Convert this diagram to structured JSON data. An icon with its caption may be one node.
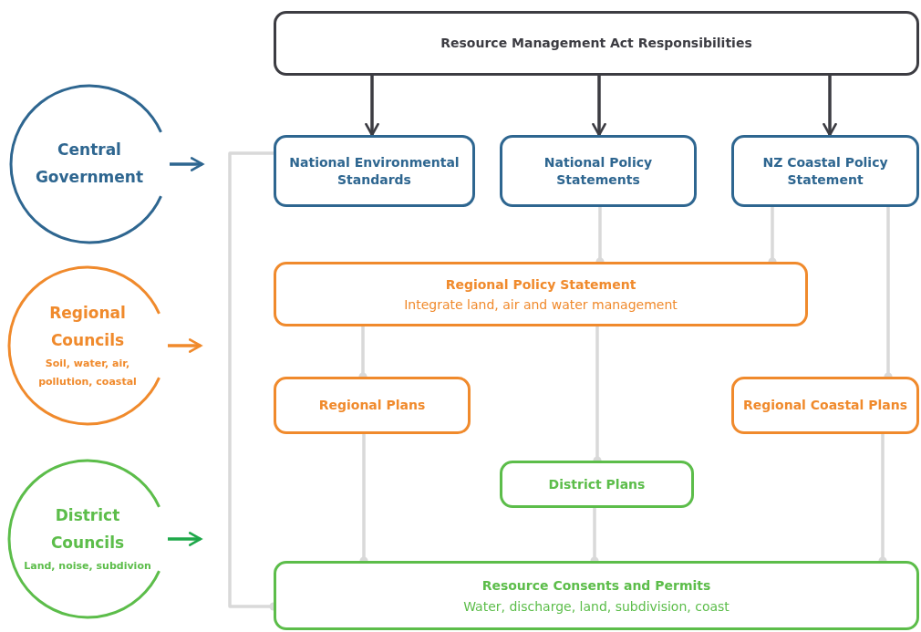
{
  "diagram": {
    "nodes": [
      {
        "text": [
          "Resource Management Act Responsibilities"
        ]
      },
      {
        "text": [
          "Central Government"
        ]
      },
      {
        "text": [
          "National Environmental Standards"
        ]
      },
      {
        "text": [
          "National Policy Statements"
        ]
      },
      {
        "text": [
          "NZ Coastal Policy Statement"
        ]
      },
      {
        "text": [
          "Regional Councils",
          "Soil, water, air, pollution, coastal"
        ]
      },
      {
        "text": [
          "Regional Policy  Statement",
          "Integrate land, air and water management"
        ]
      },
      {
        "text": [
          "Regional Plans"
        ]
      },
      {
        "text": [
          "Regional Coastal Plans"
        ]
      },
      {
        "text": [
          "District Councils",
          "Land, noise, subdivion"
        ]
      },
      {
        "text": [
          "District Plans"
        ]
      },
      {
        "text": [
          "Resource Consents and Permits",
          "Water, discharge, land, subdivision,  coast"
        ]
      }
    ],
    "edges": [
      {
        "from": 0,
        "to": 2,
        "arrow": "to",
        "color": "#3c3c42"
      },
      {
        "from": 0,
        "to": 3,
        "arrow": "to",
        "color": "#3c3c42"
      },
      {
        "from": 0,
        "to": 4,
        "arrow": "to",
        "color": "#3c3c42"
      },
      {
        "from": 1,
        "to": null,
        "arrow": "to",
        "color": "#2e6690"
      },
      {
        "from": 5,
        "to": null,
        "arrow": "to",
        "color": "#f08a2c"
      },
      {
        "from": 9,
        "to": null,
        "arrow": "to",
        "color": "#1fa84a"
      },
      {
        "from": 3,
        "to": 6,
        "arrow": "other"
      },
      {
        "from": 4,
        "to": 6,
        "arrow": "other"
      },
      {
        "from": 4,
        "to": 8,
        "arrow": "other"
      },
      {
        "from": 6,
        "to": 7,
        "arrow": "other"
      },
      {
        "from": 6,
        "to": 10,
        "arrow": "other"
      },
      {
        "from": 7,
        "to": 11,
        "arrow": "other"
      },
      {
        "from": 10,
        "to": 11,
        "arrow": "other"
      },
      {
        "from": 8,
        "to": 11,
        "arrow": "other"
      },
      {
        "from": 2,
        "to": 11,
        "arrow": "other"
      }
    ]
  }
}
